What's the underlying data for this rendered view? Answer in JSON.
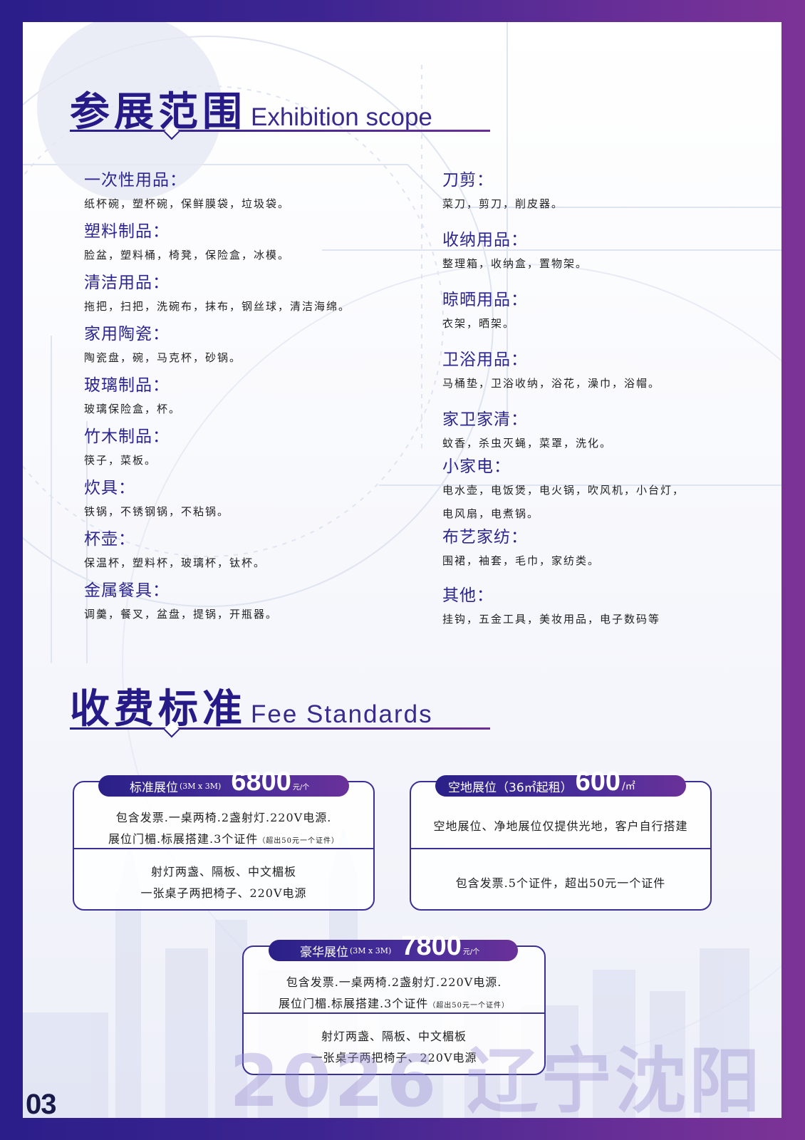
{
  "page_number": "03",
  "scope": {
    "title_zh": "参展范围",
    "title_en": "Exhibition scope",
    "left": [
      {
        "heading": "一次性用品：",
        "desc": "纸杯碗，塑杯碗，保鲜膜袋，垃圾袋。"
      },
      {
        "heading": "塑料制品：",
        "desc": "脸盆，塑料桶，椅凳，保险盒，冰模。"
      },
      {
        "heading": "清洁用品：",
        "desc": "拖把，扫把，洗碗布，抹布，钢丝球，清洁海绵。"
      },
      {
        "heading": "家用陶瓷：",
        "desc": "陶瓷盘，碗，马克杯，砂锅。"
      },
      {
        "heading": "玻璃制品：",
        "desc": "玻璃保险盒，杯。"
      },
      {
        "heading": "竹木制品：",
        "desc": "筷子，菜板。"
      },
      {
        "heading": "炊具：",
        "desc": "铁锅，不锈钢锅，不粘锅。"
      },
      {
        "heading": "杯壶：",
        "desc": "保温杯，塑料杯，玻璃杯，钛杯。"
      },
      {
        "heading": "金属餐具：",
        "desc": "调羹，餐叉，盆盘，提锅，开瓶器。"
      }
    ],
    "right": [
      {
        "heading": "刀剪：",
        "desc": "菜刀，剪刀，削皮器。"
      },
      {
        "heading": "收纳用品：",
        "desc": "整理箱，收纳盒，置物架。"
      },
      {
        "heading": "晾晒用品：",
        "desc": "衣架，晒架。"
      },
      {
        "heading": "卫浴用品：",
        "desc": "马桶垫，卫浴收纳，浴花，澡巾，浴帽。"
      },
      {
        "heading": "家卫家清：",
        "desc": "蚊香，杀虫灭蝇，菜罩，洗化。"
      },
      {
        "heading": "小家电：",
        "desc": "电水壶，电饭煲，电火锅，吹风机，小台灯，",
        "desc2": "电风扇，电煮锅。"
      },
      {
        "heading": "布艺家纺：",
        "desc": "围裙，袖套，毛巾，家纺类。"
      },
      {
        "heading": "其他：",
        "desc": "挂钩，五金工具，美妆用品，电子数码等"
      }
    ]
  },
  "fees": {
    "title_zh": "收费标准",
    "title_en": "Fee Standards",
    "standard": {
      "label": "标准展位",
      "size": "(3M x 3M)",
      "price": "6800",
      "unit": "元/个",
      "line1": "包含发票.一桌两椅.2盏射灯.220V电源.",
      "line2": "展位门楣.标展搭建.3个证件",
      "note": "（超出50元一个证件）",
      "line3": "射灯两盏、隔板、中文楣板",
      "line4": "一张桌子两把椅子、220V电源"
    },
    "raw": {
      "label": "空地展位（36㎡起租）",
      "price": "600",
      "unit": "/㎡",
      "line1": "空地展位、净地展位仅提供光地，客户自行搭建",
      "line2": "包含发票.5个证件，超出50元一个证件"
    },
    "luxury": {
      "label": "豪华展位",
      "size": "(3M x 3M)",
      "price": "7800",
      "unit": "元/个",
      "line1": "包含发票.一桌两椅.2盏射灯.220V电源.",
      "line2": "展位门楣.标展搭建.3个证件",
      "note": "（超出50元一个证件）",
      "line3": "射灯两盏、隔板、中文楣板",
      "line4": "一张桌子两把椅子、220V电源"
    }
  },
  "watermark": "2026 辽宁沈阳",
  "colors": {
    "primary": "#261a86",
    "accent": "#6a2f97"
  }
}
